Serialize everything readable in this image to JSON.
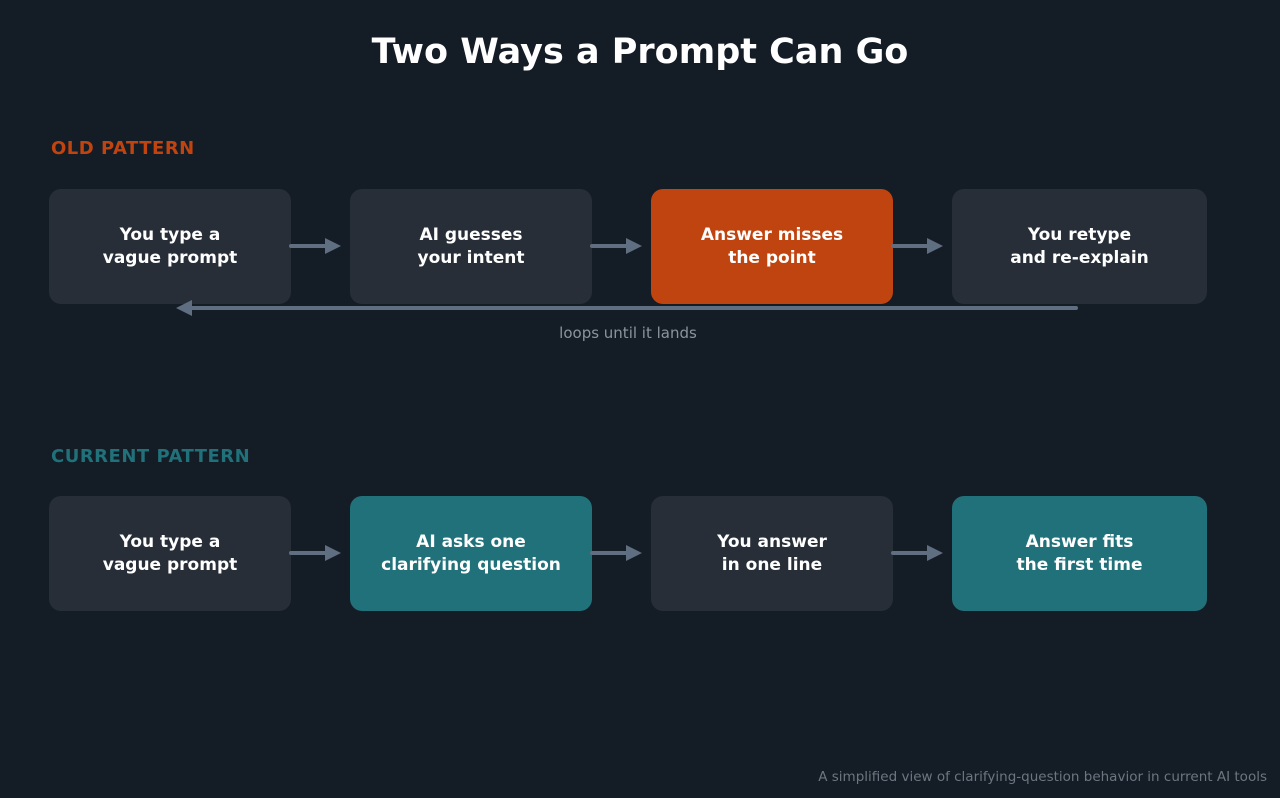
{
  "title": "Two Ways a Prompt Can Go",
  "colors": {
    "background": "#141c26",
    "neutral_box": "#272e38",
    "old_accent": "#c0440f",
    "current_accent": "#20717a",
    "arrow": "#5f6e80",
    "muted_text": "#8b939c"
  },
  "old_pattern": {
    "label": "OLD PATTERN",
    "steps": [
      {
        "text": "You type a\nvague prompt",
        "highlight": false
      },
      {
        "text": "AI guesses\nyour intent",
        "highlight": false
      },
      {
        "text": "Answer misses\nthe point",
        "highlight": true
      },
      {
        "text": "You retype\nand re-explain",
        "highlight": false
      }
    ],
    "loop_label": "loops until it lands"
  },
  "current_pattern": {
    "label": "CURRENT PATTERN",
    "steps": [
      {
        "text": "You type a\nvague prompt",
        "highlight": false
      },
      {
        "text": "AI asks one\nclarifying question",
        "highlight": true
      },
      {
        "text": "You answer\nin one line",
        "highlight": false
      },
      {
        "text": "Answer fits\nthe first time",
        "highlight": true
      }
    ]
  },
  "footnote": "A simplified view of clarifying-question behavior in current AI tools"
}
